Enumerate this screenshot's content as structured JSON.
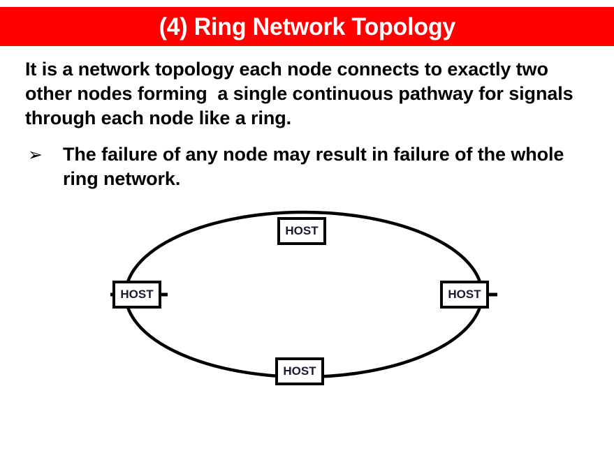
{
  "slide": {
    "title": "(4) Ring Network Topology",
    "title_bar_color": "#FE0000",
    "title_text_color": "#FFFFFF",
    "background_color": "#FFFFFF",
    "body_text_color": "#000000"
  },
  "body": {
    "intro": "It is a network topology each node connects to exactly two other nodes forming  a single continuous pathway for signals through each node like a ring.",
    "bullets": [
      {
        "marker": "➢",
        "text": "The failure of any node may result in failure of the whole ring network."
      }
    ]
  },
  "diagram": {
    "type": "ring-network-topology",
    "shape": "ellipse",
    "node_label": "HOST",
    "node_count": 4,
    "nodes": [
      {
        "label": "HOST",
        "position": "top"
      },
      {
        "label": "HOST",
        "position": "right"
      },
      {
        "label": "HOST",
        "position": "bottom"
      },
      {
        "label": "HOST",
        "position": "left"
      }
    ]
  }
}
